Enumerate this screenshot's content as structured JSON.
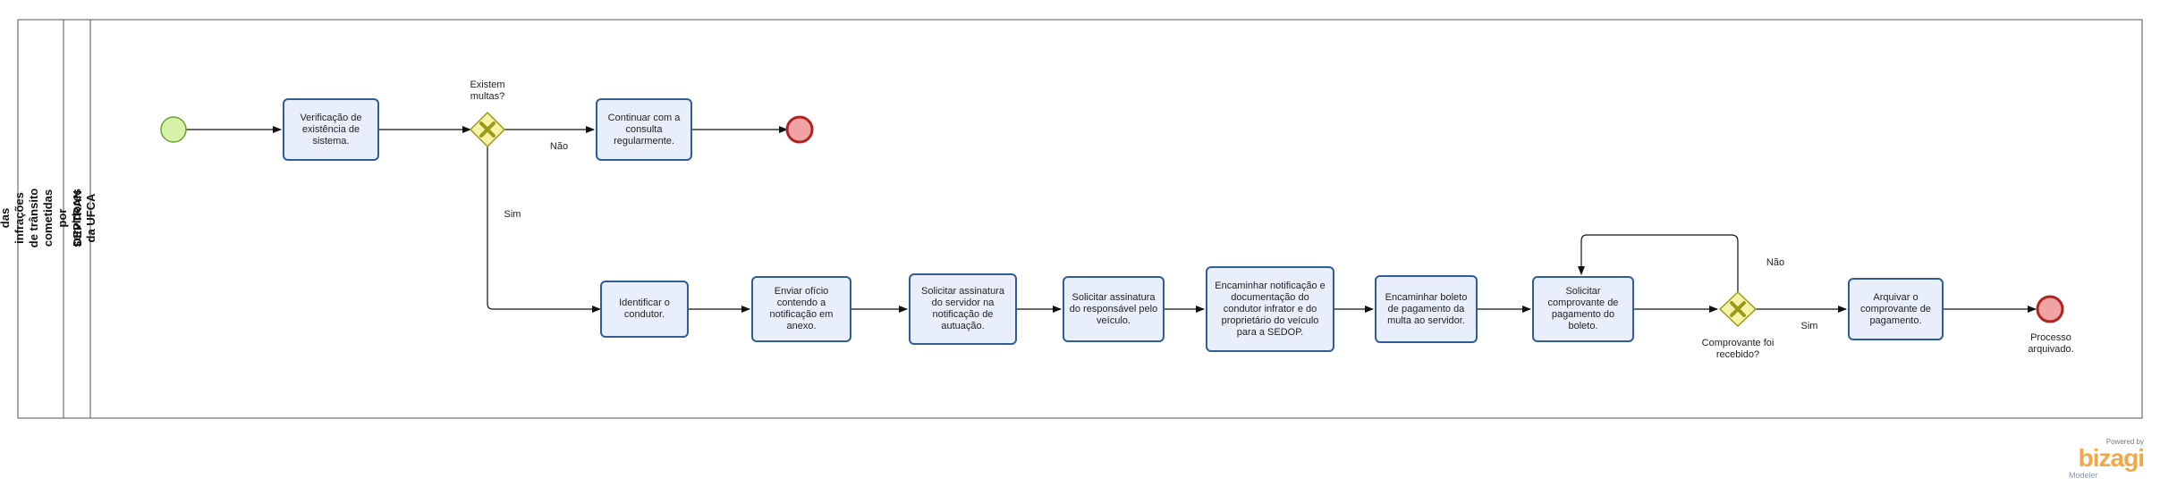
{
  "pool": {
    "title": "Tratamento das infrações de trânsito cometidas por servidores da UFCA"
  },
  "lane": {
    "title": "DEPTRAN"
  },
  "tasks": {
    "t1": "Verificação de existência de sistema.",
    "t2": "Continuar com a consulta regularmente.",
    "t3": "Identificar o condutor.",
    "t4": "Enviar ofício contendo a notificação em anexo.",
    "t5": "Solicitar assinatura do servidor na notificação de autuação.",
    "t6": "Solicitar assinatura do responsável pelo veículo.",
    "t7": "Encaminhar notificação e documentação do condutor infrator e do proprietário do veículo para a SEDOP.",
    "t8": "Encaminhar boleto de pagamento da multa ao servidor.",
    "t9": "Solicitar comprovante de pagamento do boleto.",
    "t10": "Arquivar o comprovante de pagamento."
  },
  "gateways": {
    "g1": "Existem multas?",
    "g2": "Comprovante foi recebido?"
  },
  "flows": {
    "g1_no": "Não",
    "g1_yes": "Sim",
    "g2_no": "Não",
    "g2_yes": "Sim"
  },
  "events": {
    "end2": "Processo arquivado."
  },
  "branding": {
    "powered": "Powered by",
    "name": "bizagi",
    "product": "Modeler"
  },
  "colors": {
    "start_fill": "#d6f2a8",
    "start_stroke": "#6aa22c",
    "end_fill": "#f0a3a3",
    "end_stroke": "#b22222",
    "gateway_fill": "#f6f2a6",
    "gateway_stroke": "#9a9a1a",
    "task_fill": "#e8eefa",
    "task_stroke": "#2f5d97"
  }
}
